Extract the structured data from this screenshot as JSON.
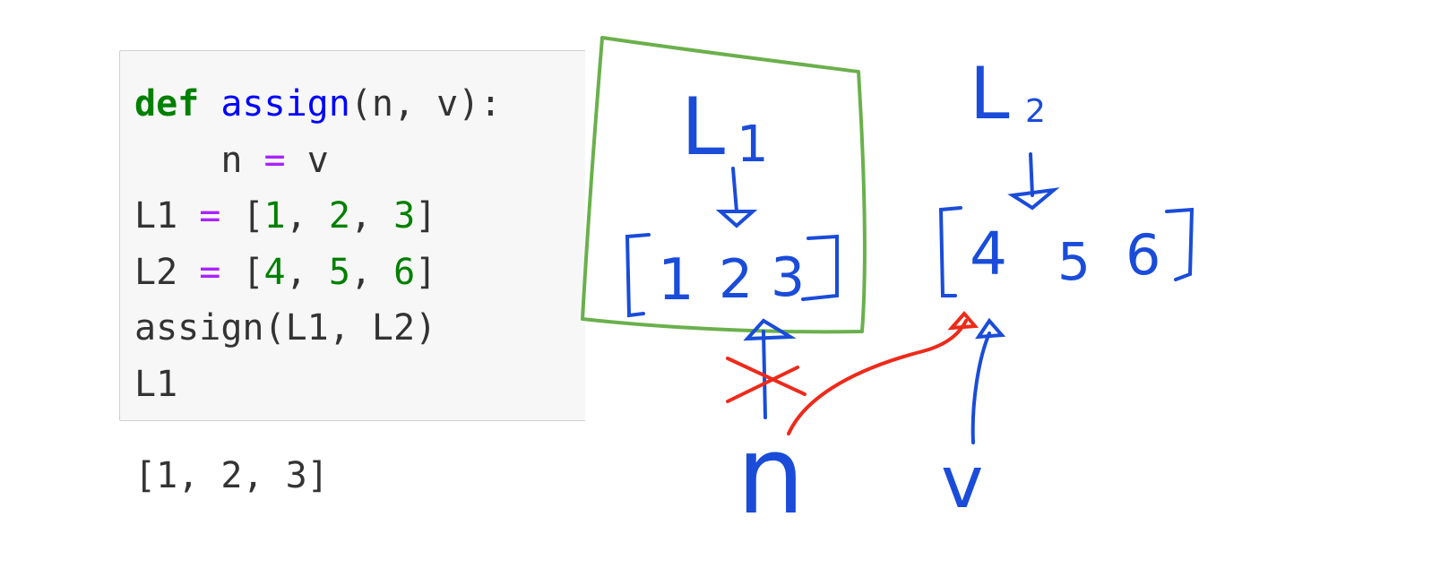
{
  "code_cell": {
    "line1": {
      "kw": "def",
      "fn": "assign",
      "rest": "(n, v):"
    },
    "line2": {
      "lhs": "n",
      "op": "=",
      "rhs": "v"
    },
    "line3": {
      "name": "L1",
      "op": "=",
      "open": "[",
      "n1": "1",
      "n2": "2",
      "n3": "3",
      "close": "]"
    },
    "line4": {
      "name": "L2",
      "op": "=",
      "open": "[",
      "n1": "4",
      "n2": "5",
      "n3": "6",
      "close": "]"
    },
    "line5": "assign(L1, L2)",
    "line6": "L1"
  },
  "output": "[1, 2, 3]",
  "annotations": {
    "label_l1": "L",
    "label_l1_sub": "1",
    "label_l2": "L",
    "label_l2_sub": "2",
    "list1": [
      "1",
      "2",
      "3"
    ],
    "list2": [
      "4",
      "5",
      "6"
    ],
    "var_n": "n",
    "var_v": "v",
    "colors": {
      "blue_ink": "#1a4cd9",
      "green_box": "#6ab04c",
      "red_ink": "#ee2a1a"
    }
  }
}
